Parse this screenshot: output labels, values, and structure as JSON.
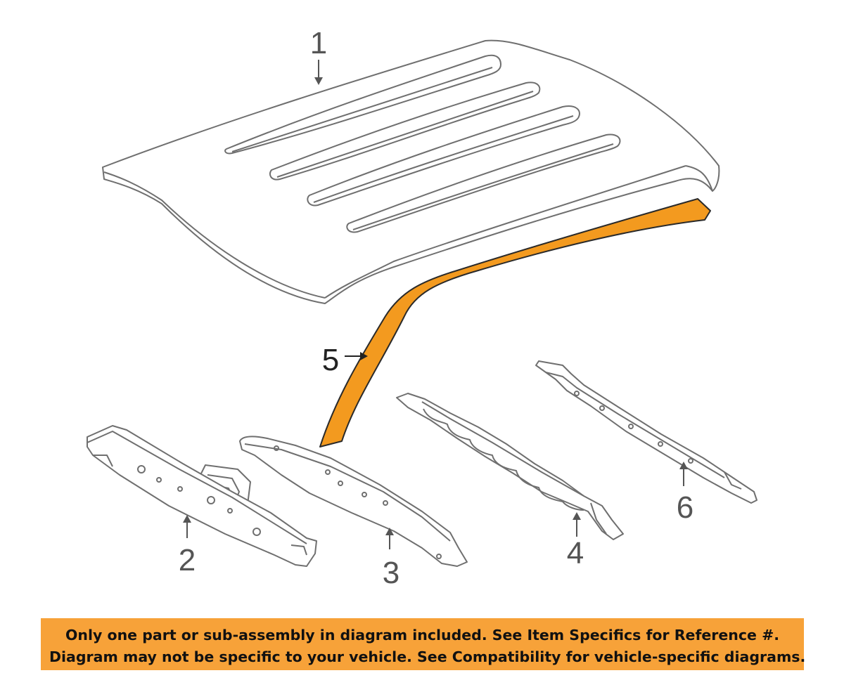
{
  "callouts": [
    {
      "id": "roof-panel",
      "number": "1"
    },
    {
      "id": "front-header",
      "number": "2"
    },
    {
      "id": "roof-bow-a",
      "number": "3"
    },
    {
      "id": "roof-bow-b",
      "number": "4"
    },
    {
      "id": "side-rail",
      "number": "5"
    },
    {
      "id": "rear-header",
      "number": "6"
    }
  ],
  "highlighted_part": "5",
  "colors": {
    "highlight": "#f39a1f",
    "line_art": "#707070",
    "banner": "#f7a239"
  },
  "notice": {
    "line1": "Only one part or sub-assembly in diagram included. See Item Specifics for Reference #.",
    "line2": "Diagram may not be specific to your vehicle. See Compatibility for vehicle-specific diagrams."
  }
}
